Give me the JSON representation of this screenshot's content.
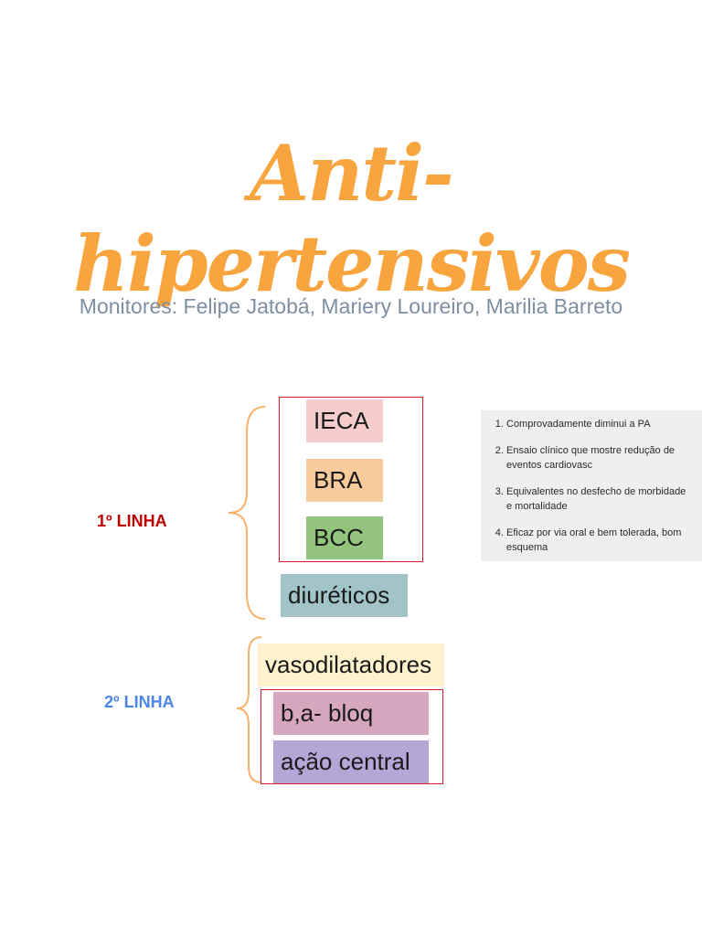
{
  "header": {
    "title": "Anti-hipertensivos",
    "subtitle": "Monitores: Felipe Jatobá, Mariery Loureiro, Marilia Barreto"
  },
  "first_line": {
    "label": "1º LINHA",
    "label_color": "#c00000",
    "items": [
      {
        "text": "IECA",
        "color": "#f4cccc"
      },
      {
        "text": "BRA",
        "color": "#f9cb9c"
      },
      {
        "text": "BCC",
        "color": "#93c47d"
      },
      {
        "text": "diuréticos",
        "color": "#a2c4c9"
      }
    ]
  },
  "second_line": {
    "label": "2º LINHA",
    "label_color": "#4a86e8",
    "items": [
      {
        "text": "vasodilatadores",
        "color": "#fff2cc"
      },
      {
        "text": "b,a- bloq",
        "color": "#d5a6bd"
      },
      {
        "text": "ação central",
        "color": "#b4a7d6"
      }
    ]
  },
  "notes": [
    "Comprovadamente diminui a PA",
    "Ensaio clínico que mostre redução de eventos cardiovasc",
    "Equivalentes no desfecho de morbidade e mortalidade",
    "Eficaz por via oral e bem tolerada, bom esquema"
  ],
  "colors": {
    "title": "#f9a53f",
    "subtitle": "#7d8fa3",
    "brace": "#f6b26b",
    "frame": "#d81f2a"
  }
}
